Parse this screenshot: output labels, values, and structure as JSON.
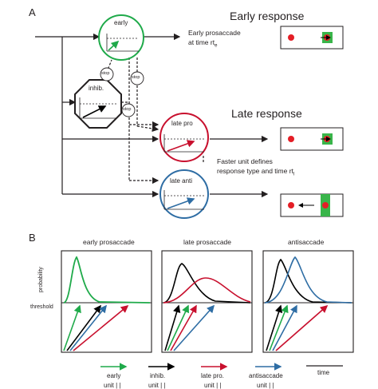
{
  "panel_a": {
    "label": "A",
    "heading_early": "Early response",
    "heading_late": "Late response",
    "early_node": "early",
    "inhib_node": "inhib.",
    "late_pro_node": "late pro",
    "late_anti_node": "late anti",
    "stop_label": "stop",
    "early_desc_line1": "Early prosaccade",
    "early_desc_line2": "at time rt",
    "early_desc_sub": "e",
    "late_desc_line1": "Faster unit defines",
    "late_desc_line2": "response type and time rt",
    "late_desc_sub": "l"
  },
  "panel_b": {
    "label": "B",
    "titles": [
      "early prosaccade",
      "late prosaccade",
      "antisaccade"
    ],
    "ylabel_probability": "probability",
    "ylabel_threshold": "threshold",
    "legend": [
      {
        "label": "early",
        "color": "#1faa4a"
      },
      {
        "label": "inhib.",
        "color": "#000000"
      },
      {
        "label": "late pro.",
        "color": "#c8102e"
      },
      {
        "label": "antisaccade",
        "color": "#2e6da4"
      }
    ],
    "legend_sublabel": "unit | |",
    "time_label": "time"
  },
  "colors": {
    "early": "#1faa4a",
    "inhib": "#000000",
    "late_pro": "#c8102e",
    "antisaccade": "#2e6da4",
    "target_green": "#39b54a",
    "target_red": "#e41e26"
  }
}
